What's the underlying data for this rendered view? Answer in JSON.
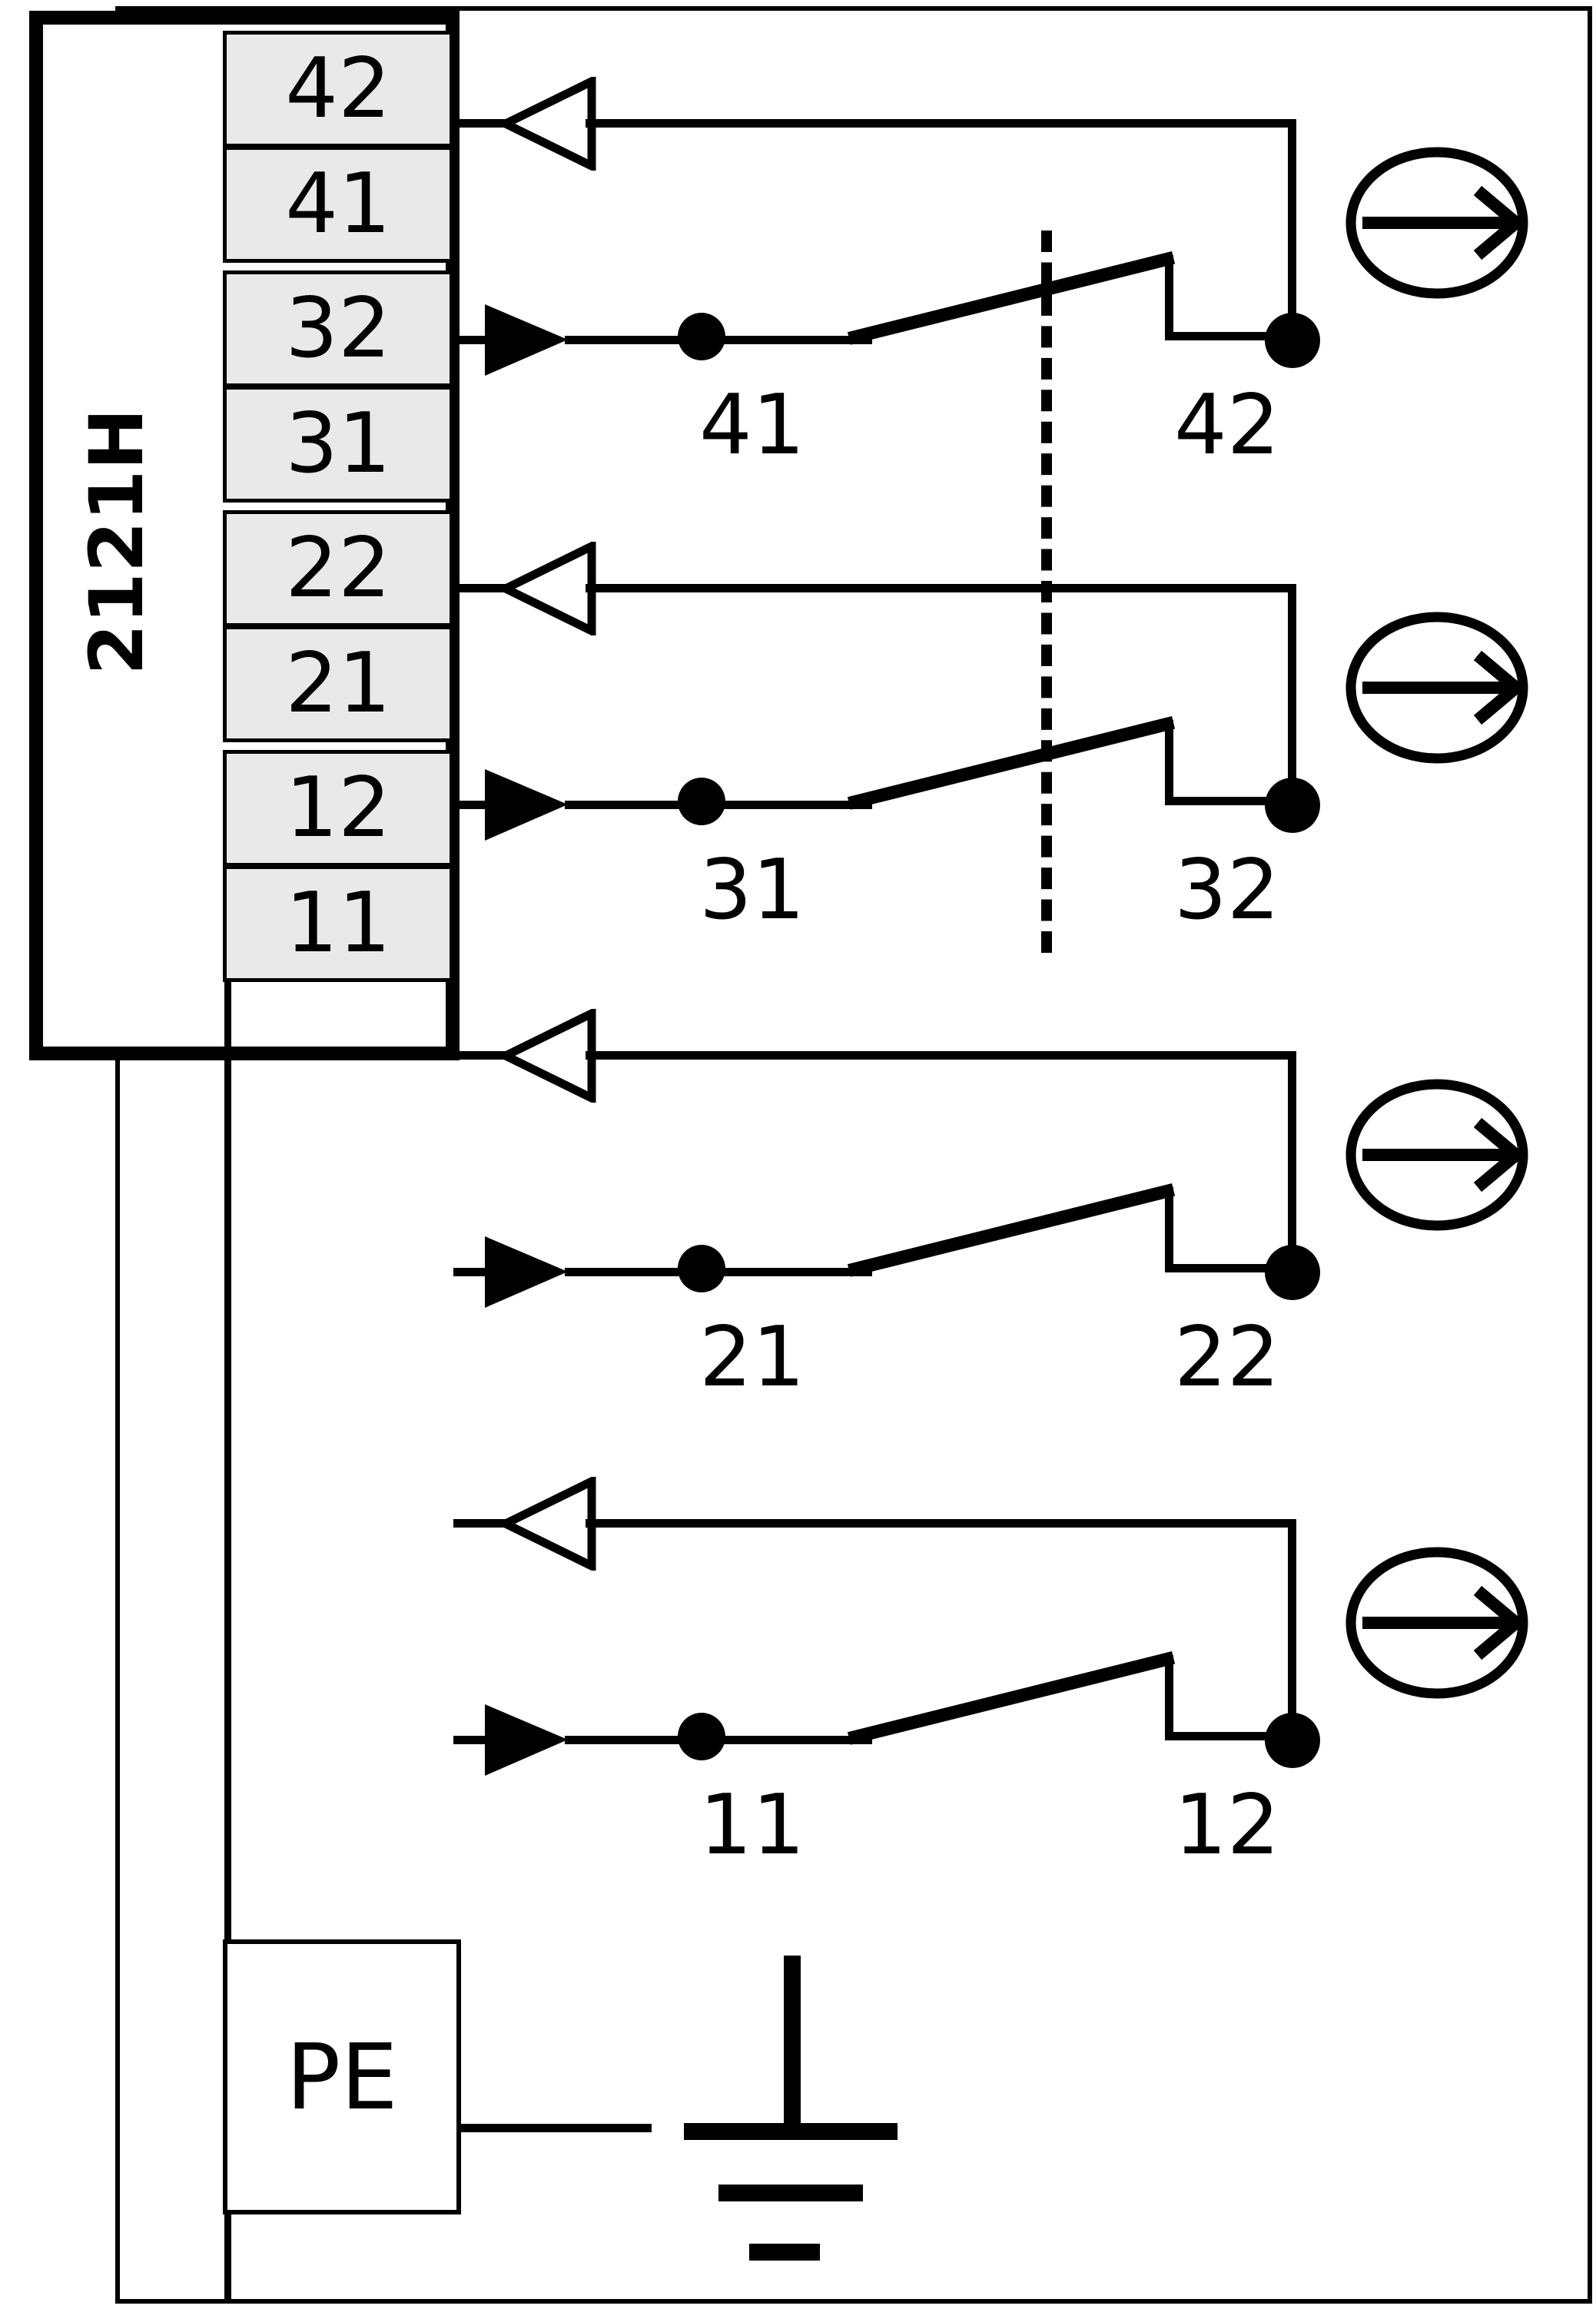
{
  "diagram": {
    "type": "electrical-wiring-schematic",
    "title": "2121H terminal connection diagram",
    "device": {
      "name": "2121H",
      "label_orientation": "vertical-bottom-to-top"
    },
    "colors": {
      "line": "#000000",
      "terminal_fill": "#e9e9e9",
      "background": "#ffffff"
    },
    "terminals": [
      {
        "number": "42",
        "arrow": "open-left",
        "role": "normally-closed-output"
      },
      {
        "number": "41",
        "arrow": "solid-right",
        "role": "common-input"
      },
      {
        "number": "32",
        "arrow": "open-left",
        "role": "normally-closed-output"
      },
      {
        "number": "31",
        "arrow": "solid-right",
        "role": "common-input"
      },
      {
        "number": "22",
        "arrow": "open-left",
        "role": "normally-closed-output"
      },
      {
        "number": "21",
        "arrow": "solid-right",
        "role": "common-input"
      },
      {
        "number": "12",
        "arrow": "open-left",
        "role": "normally-closed-output"
      },
      {
        "number": "11",
        "arrow": "solid-right",
        "role": "common-input"
      }
    ],
    "switch_groups": [
      {
        "common_label": "41",
        "contact_label": "42",
        "actuator": "arrow-in-circle"
      },
      {
        "common_label": "31",
        "contact_label": "32",
        "actuator": "arrow-in-circle"
      },
      {
        "common_label": "21",
        "contact_label": "22",
        "actuator": "arrow-in-circle"
      },
      {
        "common_label": "11",
        "contact_label": "12",
        "actuator": "arrow-in-circle"
      }
    ],
    "ground": {
      "label": "PE",
      "symbol": "earth-ground"
    },
    "linkage": {
      "style": "dashed-vertical",
      "meaning": "ganged-mechanical-linkage"
    }
  }
}
